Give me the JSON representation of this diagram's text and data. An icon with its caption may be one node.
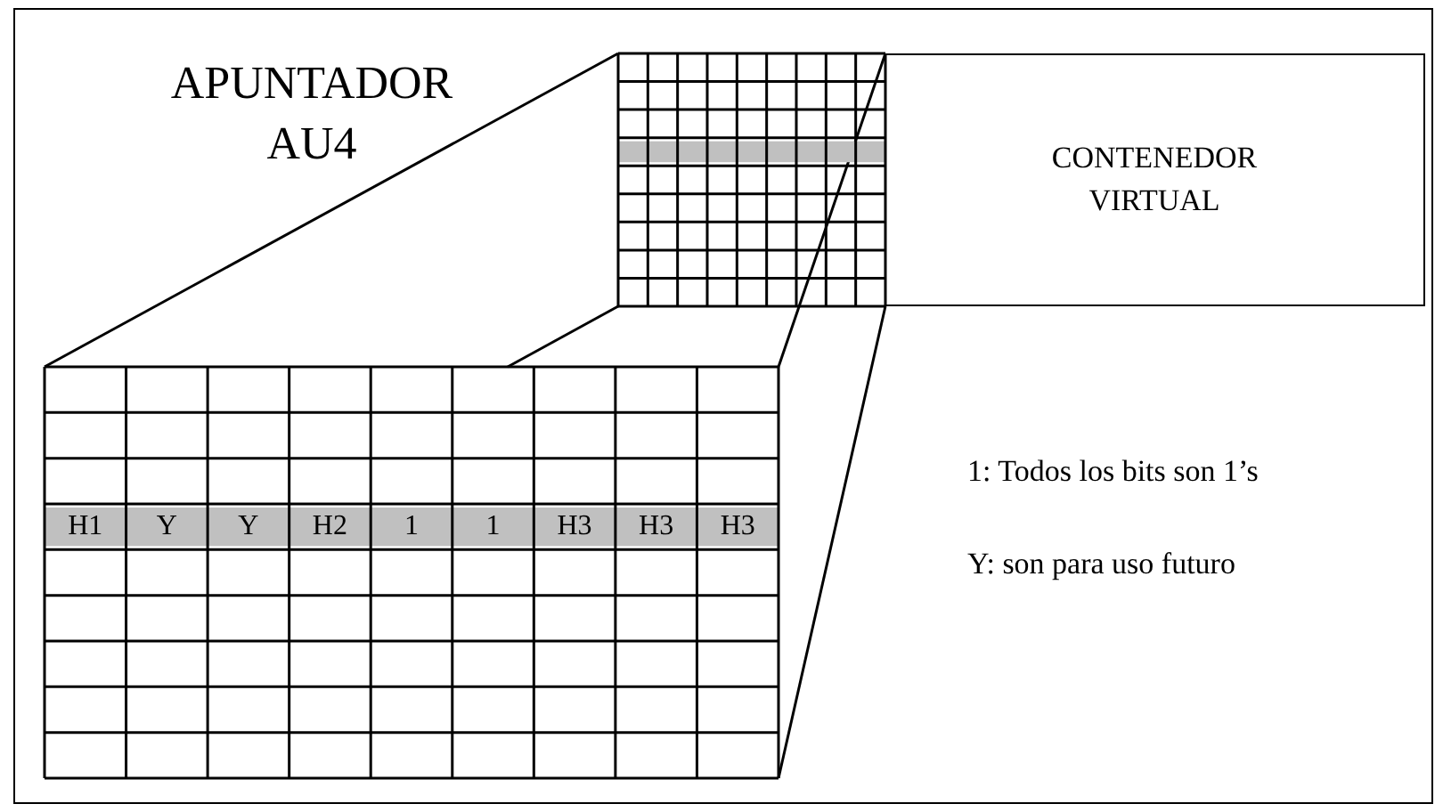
{
  "diagram": {
    "title": "APUNTADOR AU4",
    "nodes": [
      {
        "text": [
          "CONTENEDOR VIRTUAL"
        ]
      }
    ],
    "labels": [
      "H1",
      "Y",
      "Y",
      "H2",
      "1",
      "1",
      "H3",
      "H3",
      "H3",
      "1: Todos los bits son 1’s",
      "Y: son para uso futuro"
    ]
  }
}
